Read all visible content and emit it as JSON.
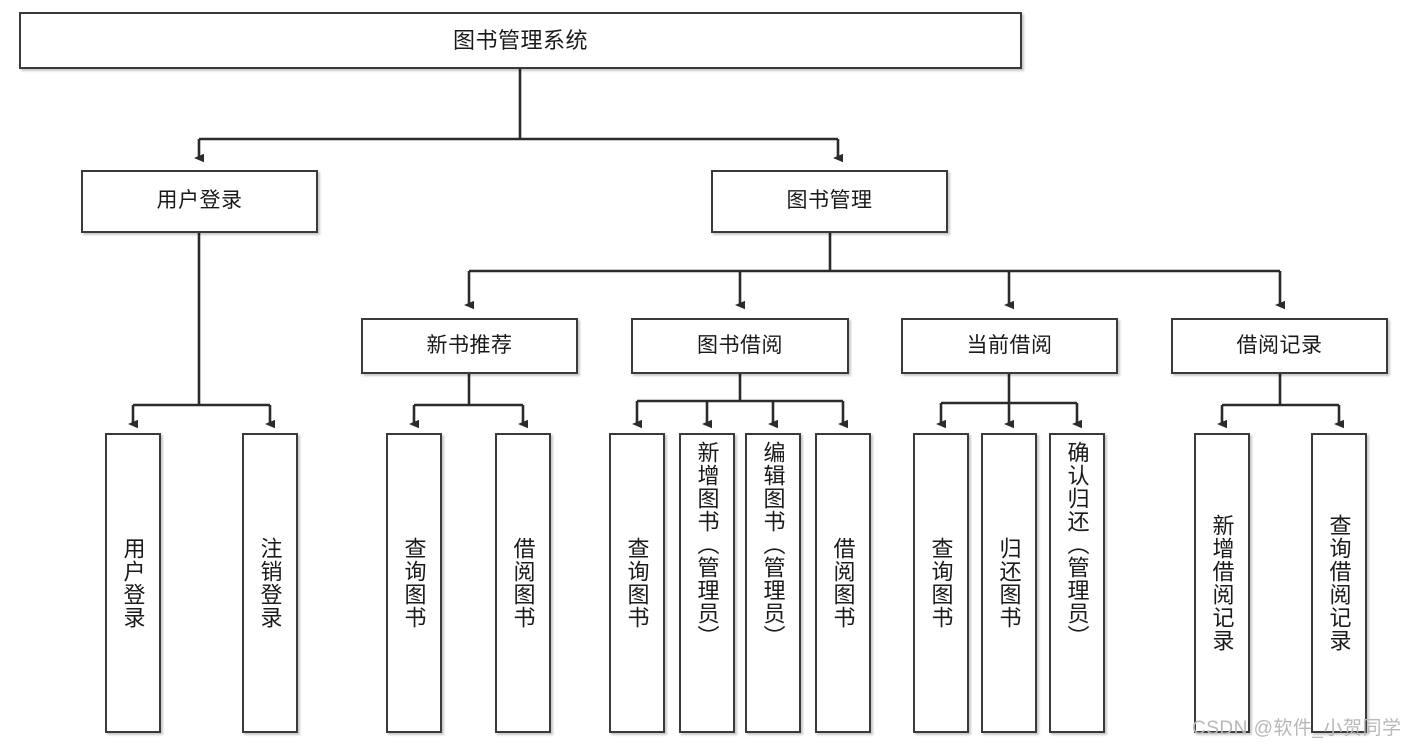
{
  "diagram": {
    "title": "图书管理系统",
    "type": "tree",
    "watermark": "CSDN @软件_小贺同学",
    "colors": {
      "box_border": "#3a3a3a",
      "box_fill": "#ffffff",
      "connector": "#2b2b2b",
      "text": "#1a1a1a",
      "watermark": "#b8b8b8"
    },
    "nodes": {
      "root": {
        "label": "图书管理系统"
      },
      "level1": [
        {
          "label": "用户登录"
        },
        {
          "label": "图书管理"
        }
      ],
      "level2": [
        {
          "label": "新书推荐"
        },
        {
          "label": "图书借阅"
        },
        {
          "label": "当前借阅"
        },
        {
          "label": "借阅记录"
        }
      ],
      "leaves_user_login": [
        {
          "label": "用户登录"
        },
        {
          "label": "注销登录"
        }
      ],
      "leaves_new_book": [
        {
          "label": "查询图书"
        },
        {
          "label": "借阅图书"
        }
      ],
      "leaves_borrow": [
        {
          "label": "查询图书"
        },
        {
          "label": "新增图书（管理员）"
        },
        {
          "label": "编辑图书（管理员）"
        },
        {
          "label": "借阅图书"
        }
      ],
      "leaves_current": [
        {
          "label": "查询图书"
        },
        {
          "label": "归还图书"
        },
        {
          "label": "确认归还（管理员）"
        }
      ],
      "leaves_records": [
        {
          "label": "新增借阅记录"
        },
        {
          "label": "查询借阅记录"
        }
      ]
    }
  }
}
